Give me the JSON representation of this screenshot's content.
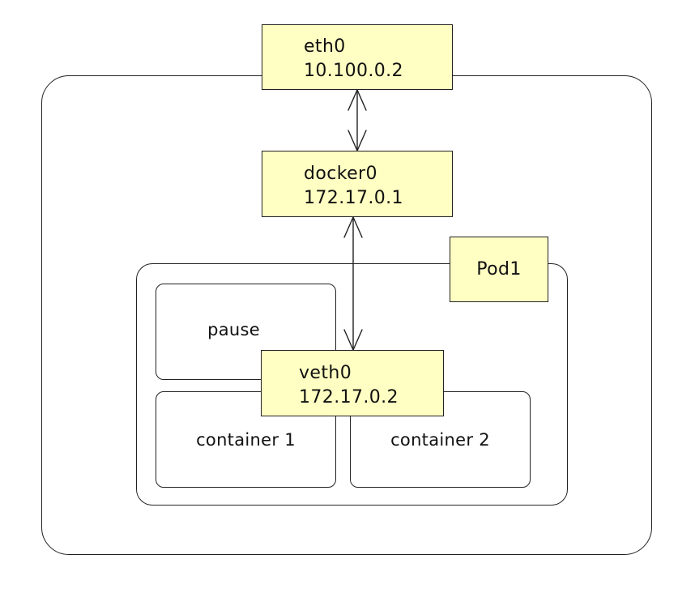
{
  "interfaces": {
    "eth0": {
      "name": "eth0",
      "ip": "10.100.0.2"
    },
    "docker0": {
      "name": "docker0",
      "ip": "172.17.0.1"
    },
    "veth0": {
      "name": "veth0",
      "ip": "172.17.0.2"
    }
  },
  "pod": {
    "label": "Pod1"
  },
  "containers": {
    "pause": "pause",
    "container1": "container 1",
    "container2": "container 2"
  },
  "connections": [
    {
      "from": "eth0",
      "to": "docker0",
      "style": "bidirectional-open-arrow"
    },
    {
      "from": "docker0",
      "to": "veth0",
      "style": "bidirectional-open-arrow"
    }
  ],
  "colors": {
    "interface_fill": "#ffffc3",
    "stroke": "#222222",
    "background": "#ffffff"
  }
}
